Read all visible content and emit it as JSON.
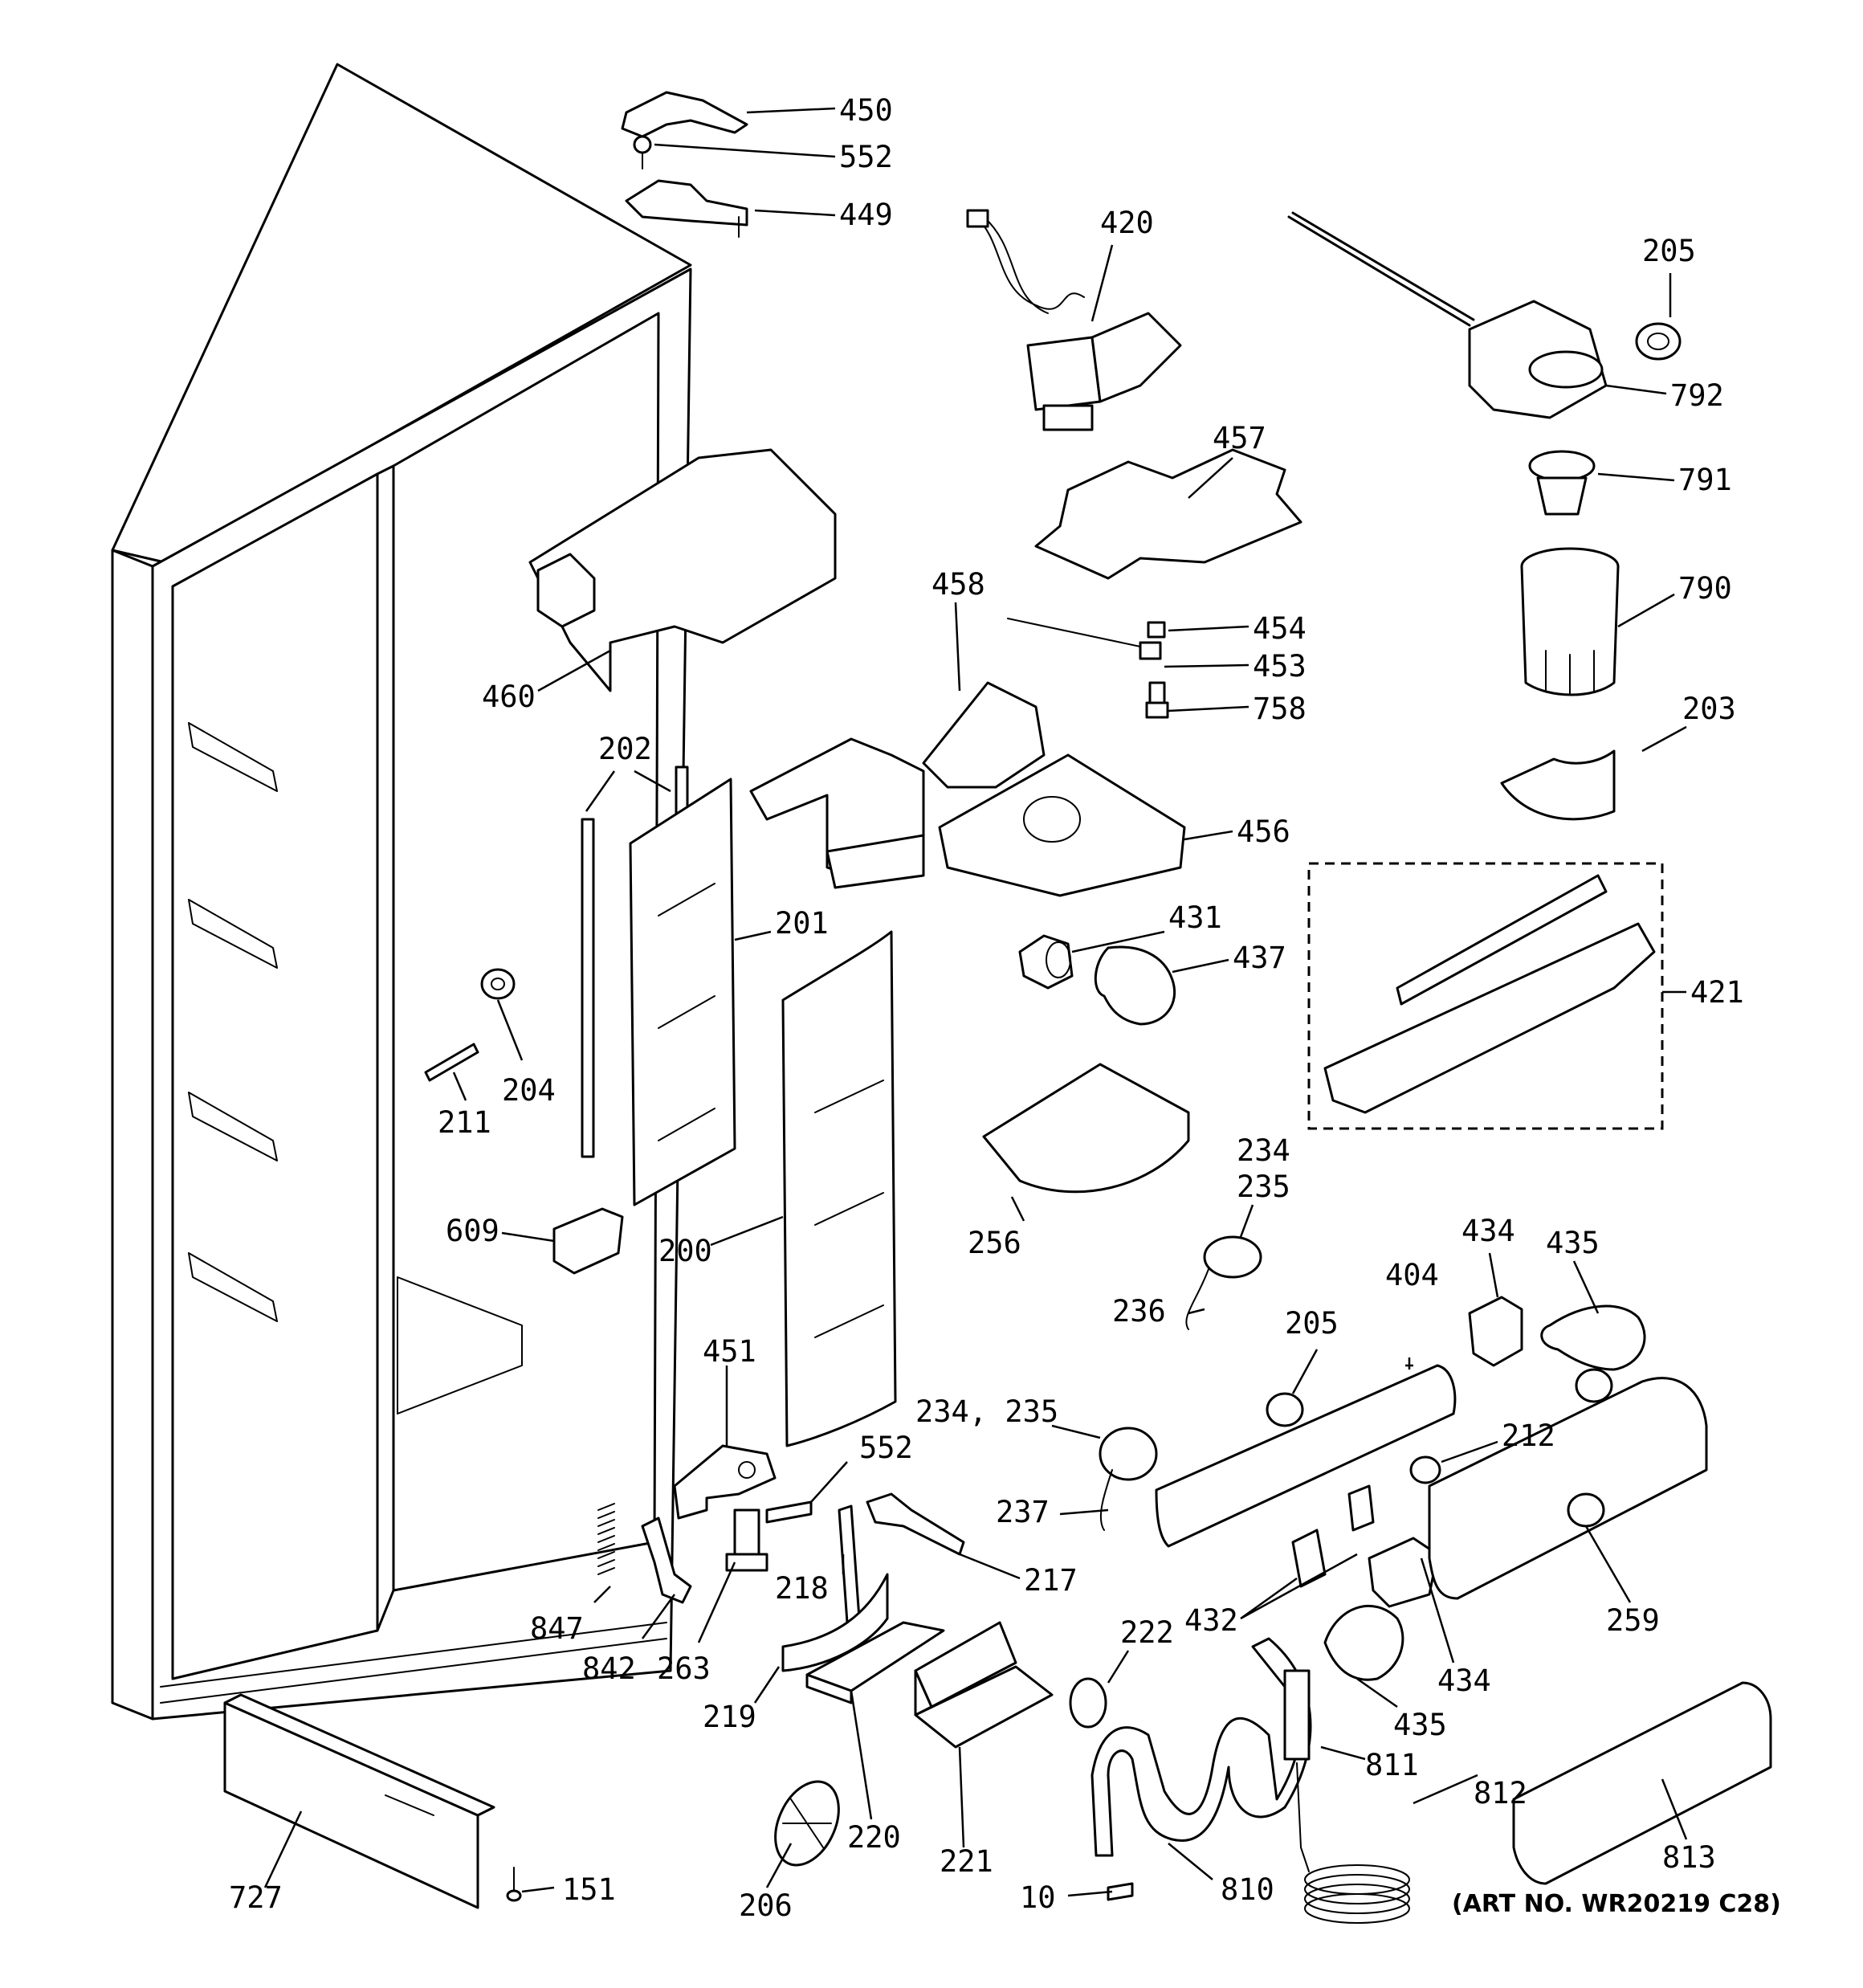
{
  "callouts": [
    "450",
    "552",
    "449",
    "420",
    "205",
    "792",
    "791",
    "790",
    "457",
    "454",
    "453",
    "758",
    "458",
    "460",
    "202",
    "203",
    "456",
    "201",
    "431",
    "437",
    "421",
    "204",
    "211",
    "609",
    "200",
    "256",
    "234",
    "235",
    "236",
    "435",
    "434",
    "404",
    "205",
    "451",
    "552",
    "234, 235",
    "212",
    "217",
    "237",
    "218",
    "847",
    "842",
    "263",
    "432",
    "259",
    "434",
    "222",
    "219",
    "435",
    "220",
    "811",
    "221",
    "812",
    "813",
    "206",
    "727",
    "151",
    "10",
    "810"
  ],
  "art_number": "(ART NO. WR20219 C28)"
}
